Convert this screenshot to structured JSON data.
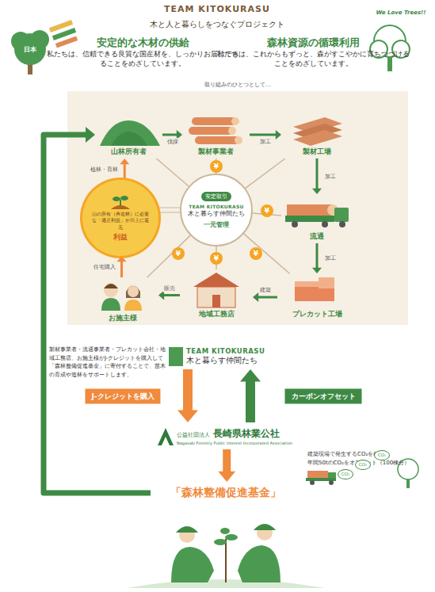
{
  "diagram": {
    "title": "TEAM KITOKURASU",
    "nodes": [
      {
        "text": [
          "山林所有者"
        ]
      },
      {
        "text": [
          "製材事業者"
        ]
      },
      {
        "text": [
          "製材工場"
        ]
      },
      {
        "text": [
          "山の所有（再造林）に必要な「適正利益」が川上に還元",
          "利益"
        ]
      },
      {
        "text": [
          "安定取引",
          "TEAM KITOKURASU",
          "木と暮らす仲間たち",
          "一元管理"
        ]
      },
      {
        "text": [
          "流通"
        ]
      },
      {
        "text": [
          "お施主様"
        ]
      },
      {
        "text": [
          "地域工務店"
        ]
      },
      {
        "text": [
          "プレカット工場"
        ]
      },
      {
        "text": [
          "TEAM KITOKURASU",
          "木と暮らす仲間たち"
        ]
      },
      {
        "text": [
          "公益社団法人",
          "長崎県林業公社",
          "Nagasaki Forestry Public Interest Incorporated Association"
        ]
      },
      {
        "text": [
          "「森林整備促進基金」"
        ]
      }
    ],
    "edges": [
      {
        "from": 0,
        "to": 1,
        "label": "伐採",
        "arrow": "to"
      },
      {
        "from": 1,
        "to": 2,
        "label": "加工",
        "arrow": "to"
      },
      {
        "from": 2,
        "to": 5,
        "label": "加工",
        "arrow": "to"
      },
      {
        "from": 5,
        "to": 8,
        "label": "加工",
        "arrow": "to"
      },
      {
        "from": 8,
        "to": 7,
        "label": "建築",
        "arrow": "to"
      },
      {
        "from": 7,
        "to": 6,
        "label": "販売",
        "arrow": "to"
      },
      {
        "from": 6,
        "to": 3,
        "label": "住宅購入",
        "arrow": "to"
      },
      {
        "from": 3,
        "to": 0,
        "label": "植林・育林",
        "arrow": "to"
      },
      {
        "from": 4,
        "to": 0,
        "arrow": "none"
      },
      {
        "from": 4,
        "to": 1,
        "arrow": "none"
      },
      {
        "from": 4,
        "to": 2,
        "arrow": "none"
      },
      {
        "from": 4,
        "to": 5,
        "arrow": "none"
      },
      {
        "from": 4,
        "to": 8,
        "arrow": "none"
      },
      {
        "from": 4,
        "to": 7,
        "arrow": "none"
      },
      {
        "from": 4,
        "to": 6,
        "arrow": "none"
      },
      {
        "from": 4,
        "to": 3,
        "arrow": "none"
      },
      {
        "from": 9,
        "to": 10,
        "label": "J-クレジットを購入",
        "arrow": "to"
      },
      {
        "from": 10,
        "to": 9,
        "label": "カーボンオフセット",
        "arrow": "to"
      },
      {
        "from": 10,
        "to": 11,
        "arrow": "to"
      },
      {
        "from": 11,
        "to": 0,
        "arrow": "to"
      }
    ],
    "labels": [
      "木と人と暮らしをつなぐプロジェクト",
      "安定的な木材の供給",
      "私たちは、信頼できる良質な国産材を、しっかりお届けできることをめざしています。",
      "森林資源の循環利用",
      "私たちは、これからもずっと、森がすこやかに育ちつづけることをめざしています。",
      "We Love Trees!!",
      "日本",
      "取り組みのひとつとして…",
      "¥",
      "¥",
      "¥",
      "¥",
      "¥",
      "製材事業者・流通事業者・プレカット会社・地域工務店、お施主様がJ-クレジットを購入して「森林整備促進基金」に寄付することで、苗木の育成や造林をサポートします。",
      "建築現場で発生するCO₂を相殺",
      "年間50tのCO₂をオフセット（100棟分）",
      "CO₂",
      "CO₂",
      "CO₂"
    ]
  }
}
